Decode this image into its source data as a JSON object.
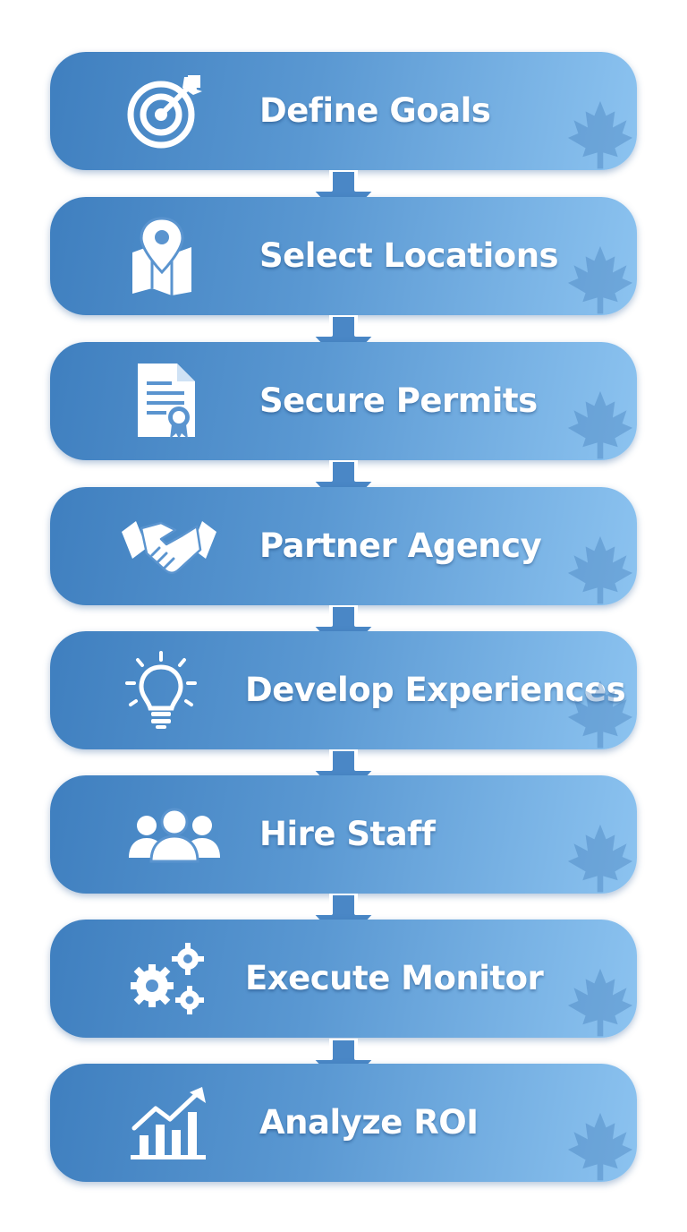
{
  "steps": [
    {
      "label": "Define Goals",
      "icon": "target-icon"
    },
    {
      "label": "Select Locations",
      "icon": "map-pin-icon"
    },
    {
      "label": "Secure Permits",
      "icon": "certificate-document-icon"
    },
    {
      "label": "Partner Agency",
      "icon": "handshake-icon"
    },
    {
      "label": "Develop Experiences",
      "icon": "lightbulb-icon"
    },
    {
      "label": "Hire Staff",
      "icon": "people-group-icon"
    },
    {
      "label": "Execute Monitor",
      "icon": "gears-icon"
    },
    {
      "label": "Analyze ROI",
      "icon": "growth-chart-icon"
    }
  ],
  "decoration": "maple-leaf-icon",
  "colors": {
    "box_start": "#3f7fbf",
    "box_mid": "#5a98d2",
    "box_end": "#8cc3f0",
    "text": "#ffffff",
    "arrow": "#4a87c6"
  }
}
